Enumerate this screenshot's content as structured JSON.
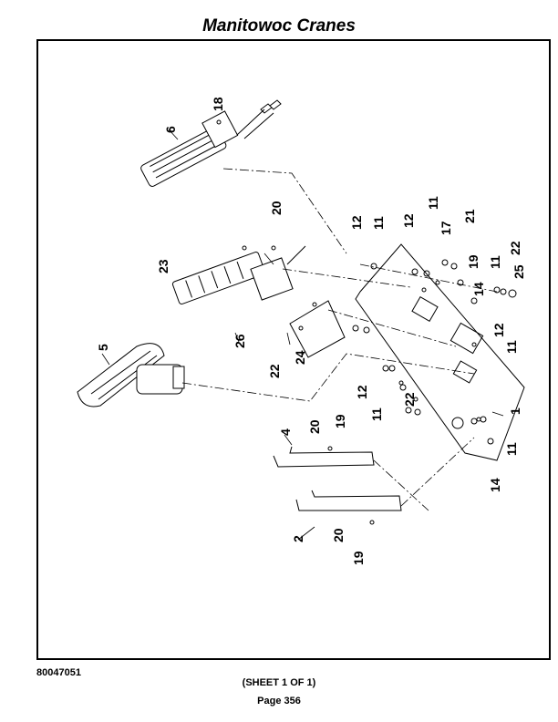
{
  "header": {
    "title": "Manitowoc Cranes"
  },
  "footer": {
    "doc_number": "80047051",
    "sheet": "(SHEET 1 OF 1)",
    "page": "Page 356"
  },
  "callouts": {
    "c1": "1",
    "c2": "2",
    "c4": "4",
    "c5": "5",
    "c6": "6",
    "c11a": "11",
    "c11b": "11",
    "c11c": "11",
    "c11d": "11",
    "c11e": "11",
    "c11f": "11",
    "c12a": "12",
    "c12b": "12",
    "c12c": "12",
    "c12d": "12",
    "c14a": "14",
    "c14b": "14",
    "c17": "17",
    "c18": "18",
    "c19a": "19",
    "c19b": "19",
    "c19c": "19",
    "c20a": "20",
    "c20b": "20",
    "c20c": "20",
    "c21": "21",
    "c22a": "22",
    "c22b": "22",
    "c22c": "22",
    "c23": "23",
    "c24": "24",
    "c25": "25",
    "c26": "26"
  }
}
